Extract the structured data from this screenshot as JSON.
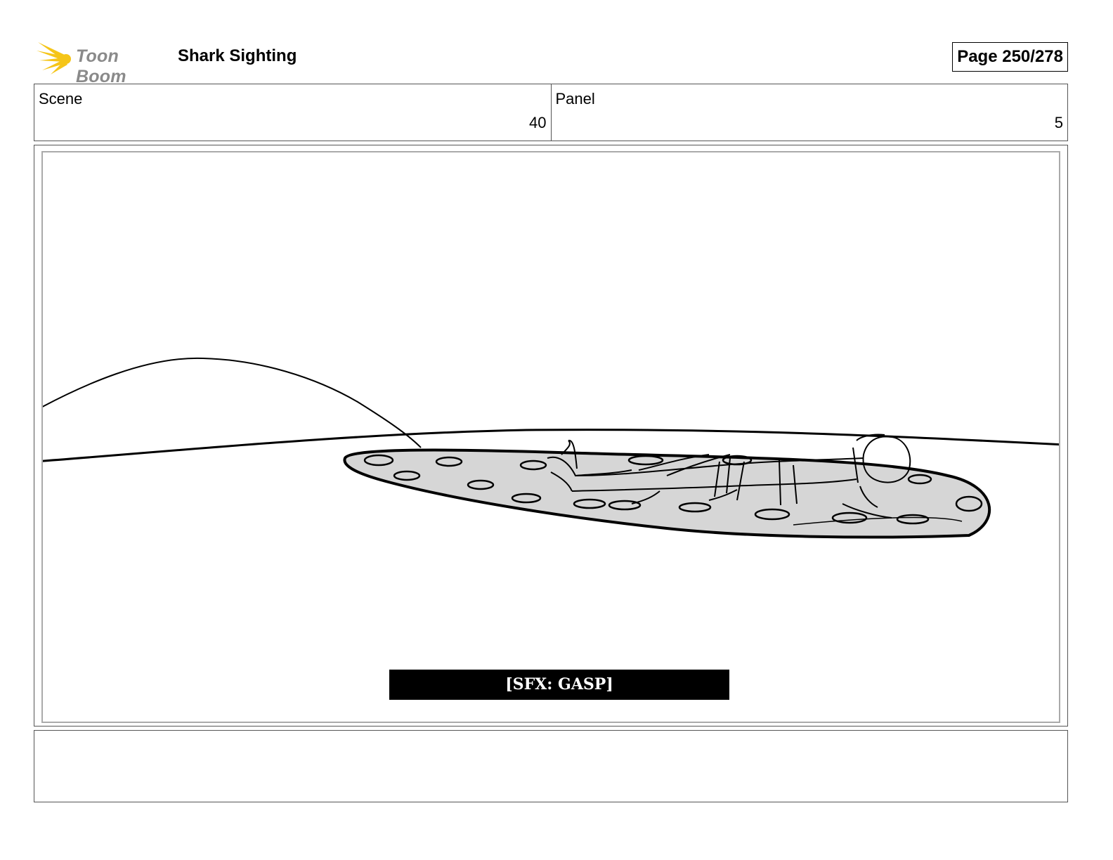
{
  "header": {
    "brand": "Toon Boom",
    "title": "Shark Sighting",
    "page": "Page 250/278"
  },
  "meta": {
    "scene_label": "Scene",
    "scene_value": "40",
    "panel_label": "Panel",
    "panel_value": "5"
  },
  "panel": {
    "caption": "[SFX: GASP]"
  },
  "colors": {
    "logo_yellow": "#f5c518",
    "board_fill": "#d6d6d6"
  },
  "icons": [
    "toon-boom-logo-icon"
  ]
}
